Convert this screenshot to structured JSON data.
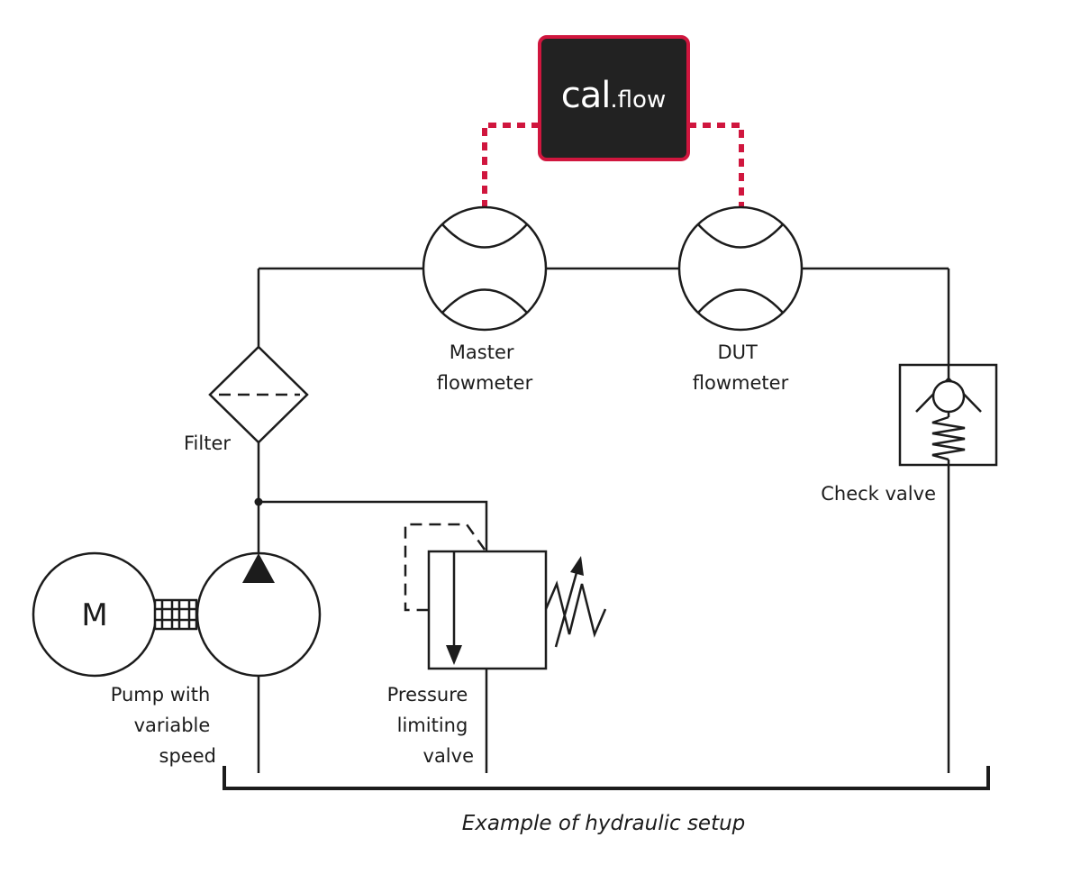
{
  "logo": {
    "brand": "cal",
    "product": ".flow",
    "frame_color": "#d0163e",
    "fill_color": "#222222"
  },
  "signal_line_color": "#d0163e",
  "line_color": "#1c1c1c",
  "labels": {
    "master_flowmeter": [
      "Master",
      "flowmeter"
    ],
    "dut_flowmeter": [
      "DUT",
      "flowmeter"
    ],
    "filter": "Filter",
    "check_valve": "Check valve",
    "motor": "M",
    "pump": [
      "Pump with",
      "variable",
      "speed"
    ],
    "pressure_valve": [
      "Pressure",
      "limiting",
      "valve"
    ]
  },
  "caption": "Example of hydraulic setup"
}
